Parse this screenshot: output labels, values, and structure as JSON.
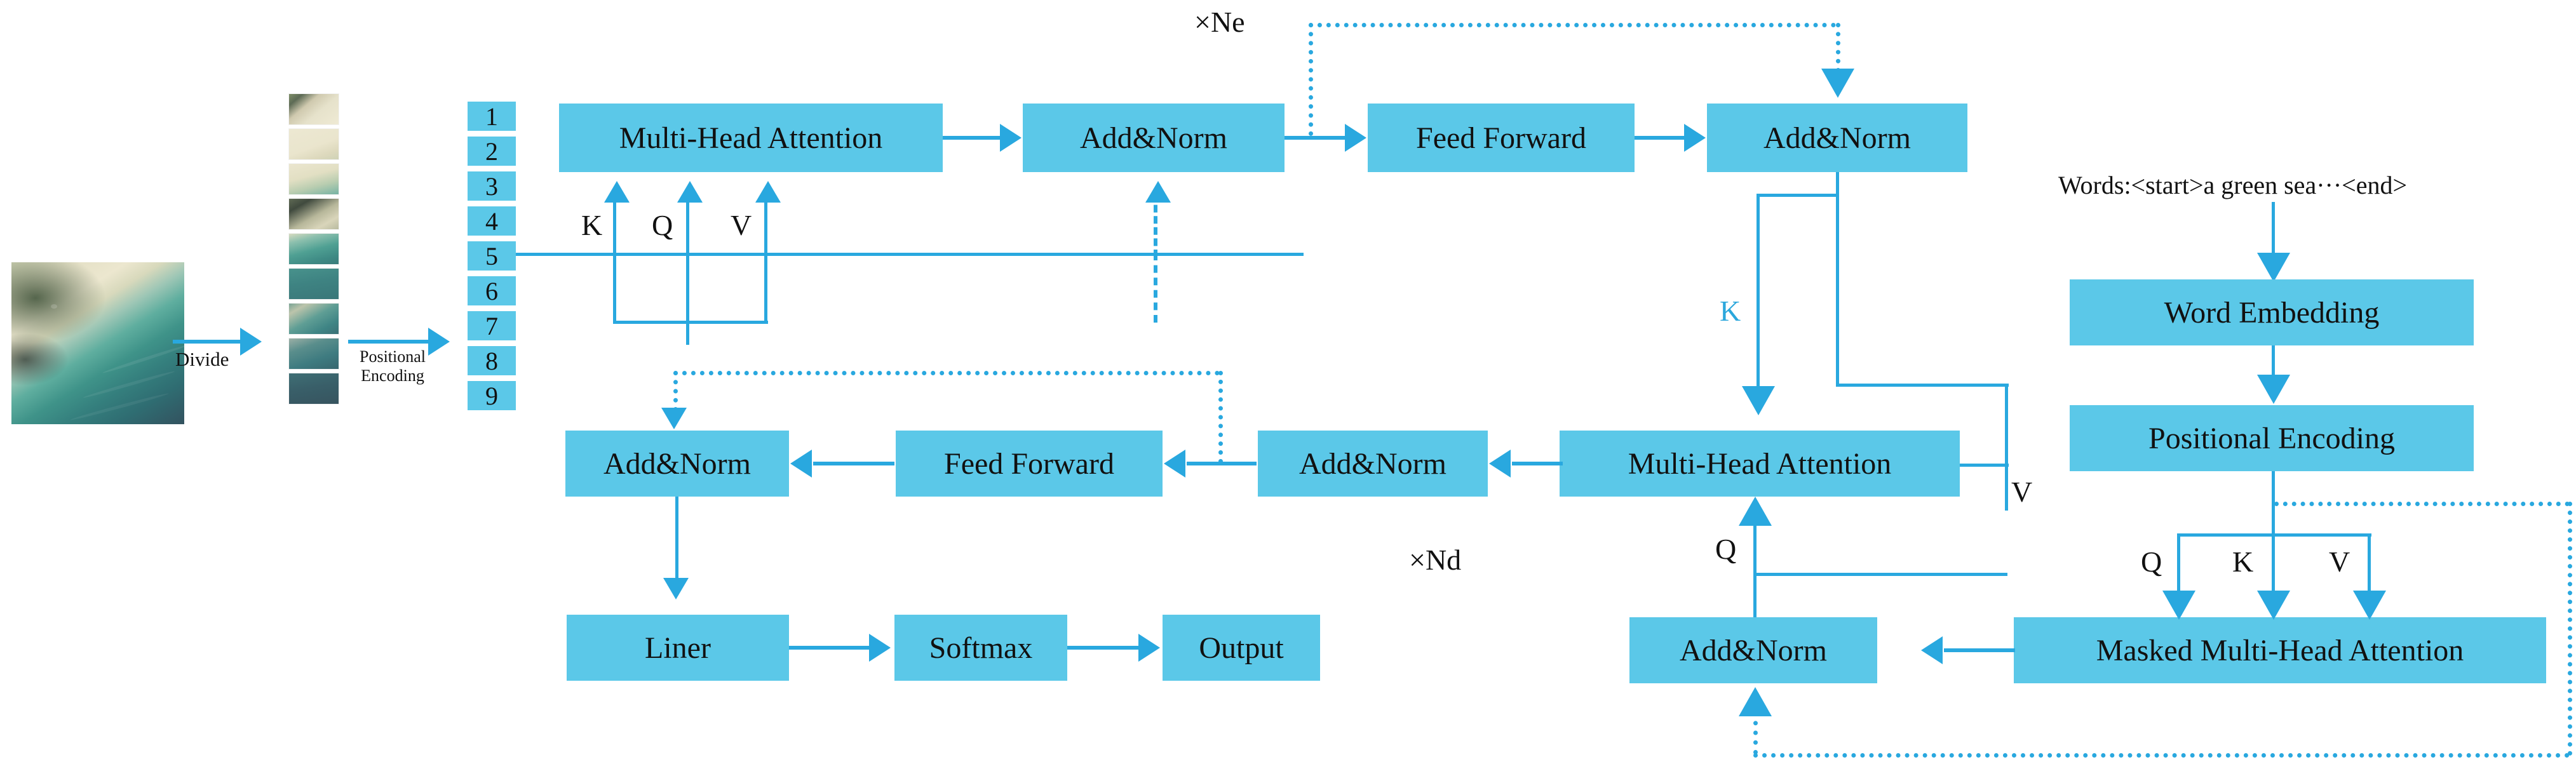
{
  "colors": {
    "block": "#5BC8E8",
    "line": "#29A8DF",
    "k_label": "#2BA7DC",
    "text": "#111111"
  },
  "left_pipeline": {
    "source_image_name": "aerial-beach-photo",
    "divide_label": "Divide",
    "positional_encoding_label": "Positional\nEncoding",
    "positional_encoding_line1": "Positional",
    "positional_encoding_line2": "Encoding",
    "patch_count": 9,
    "token_numbers": [
      "1",
      "2",
      "3",
      "4",
      "5",
      "6",
      "7",
      "8",
      "9"
    ]
  },
  "encoder": {
    "repeat_label": "×Ne",
    "blocks": [
      {
        "id": "enc-mha",
        "label": "Multi-Head Attention"
      },
      {
        "id": "enc-an1",
        "label": "Add&Norm"
      },
      {
        "id": "enc-ff",
        "label": "Feed Forward"
      },
      {
        "id": "enc-an2",
        "label": "Add&Norm"
      }
    ],
    "qkv_labels": [
      "K",
      "Q",
      "V"
    ]
  },
  "decoder": {
    "repeat_label": "×Nd",
    "blocks": [
      {
        "id": "dec-an-left",
        "label": "Add&Norm"
      },
      {
        "id": "dec-ff",
        "label": "Feed Forward"
      },
      {
        "id": "dec-an-mid",
        "label": "Add&Norm"
      },
      {
        "id": "dec-cross-mha",
        "label": "Multi-Head Attention"
      },
      {
        "id": "dec-an-bottom",
        "label": "Add&Norm"
      },
      {
        "id": "dec-masked-mha",
        "label": "Masked Multi-Head Attention"
      }
    ],
    "cross_attention_labels": {
      "k": "K",
      "q": "Q",
      "v": "V"
    },
    "masked_attention_labels": [
      "Q",
      "K",
      "V"
    ]
  },
  "head": {
    "blocks": [
      {
        "id": "head-liner",
        "label": "Liner"
      },
      {
        "id": "head-softmax",
        "label": "Softmax"
      },
      {
        "id": "head-output",
        "label": "Output"
      }
    ]
  },
  "text_pipeline": {
    "words_label": "Words:<start>a green sea···<end>",
    "blocks": [
      {
        "id": "word-embedding",
        "label": "Word Embedding"
      },
      {
        "id": "text-positional-encoding",
        "label": "Positional Encoding"
      }
    ]
  }
}
